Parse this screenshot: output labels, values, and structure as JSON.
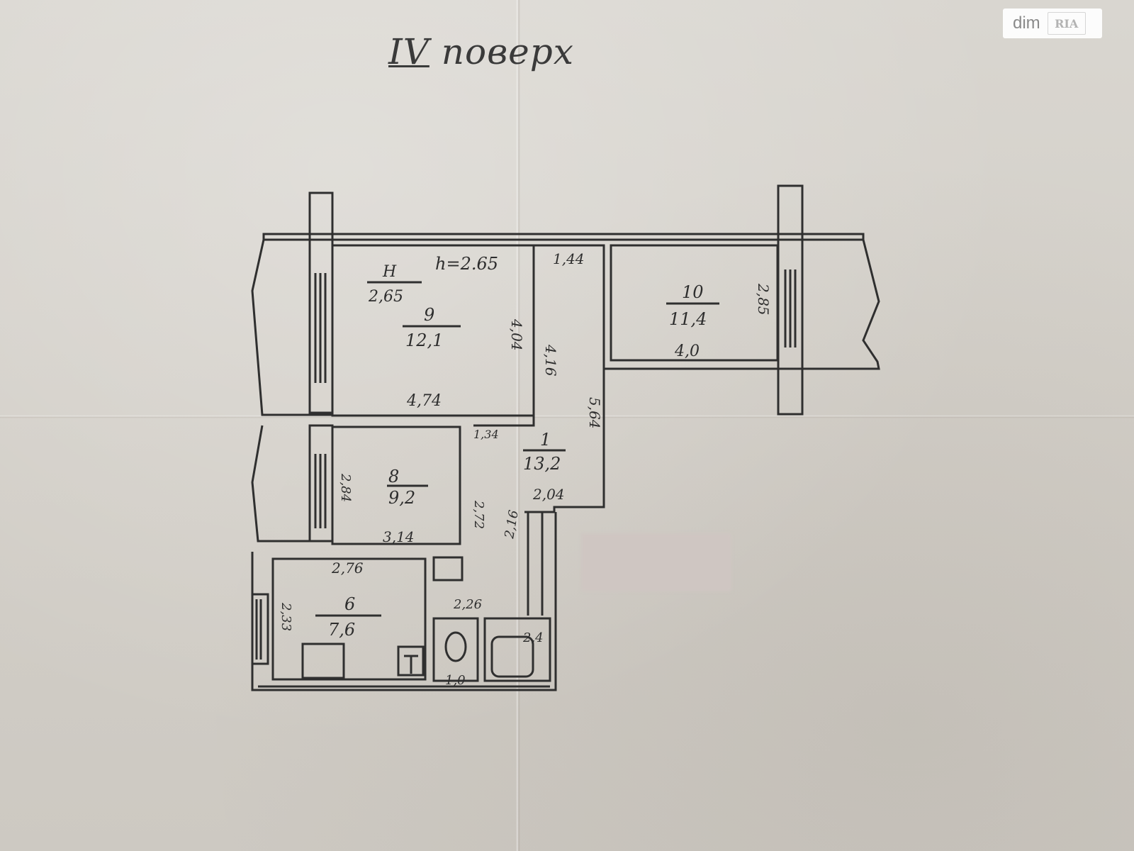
{
  "plan": {
    "floor_roman": "IV",
    "floor_word": "поверх",
    "ceiling_height": "h=2.65",
    "rooms": [
      {
        "id": "9",
        "no": "9",
        "area": "12,1"
      },
      {
        "id": "10",
        "no": "10",
        "area": "11,4"
      },
      {
        "id": "8",
        "no": "8",
        "area": "9,2"
      },
      {
        "id": "1",
        "no": "1",
        "area": "13,2"
      },
      {
        "id": "6",
        "no": "6",
        "area": "7,6"
      }
    ],
    "height_marker": {
      "top": "H",
      "bottom": "2,65"
    },
    "dimensions": {
      "d_4_74": "4,74",
      "d_4_04": "4,04",
      "d_1_44": "1,44",
      "d_4_16": "4,16",
      "d_5_64": "5,64",
      "d_2_85": "2,85",
      "d_4_0": "4,0",
      "d_1_34": "1,34",
      "d_2_84": "2,84",
      "d_2_72": "2,72",
      "d_3_14": "3,14",
      "d_2_04": "2,04",
      "d_2_76": "2,76",
      "d_2_33": "2,33",
      "d_2_26": "2,26",
      "d_2_16": "2,16",
      "d_1_0": "1,0",
      "d_2_4": "2,4"
    }
  },
  "watermark": {
    "brand": "dim",
    "brand_mark": "RIA"
  }
}
